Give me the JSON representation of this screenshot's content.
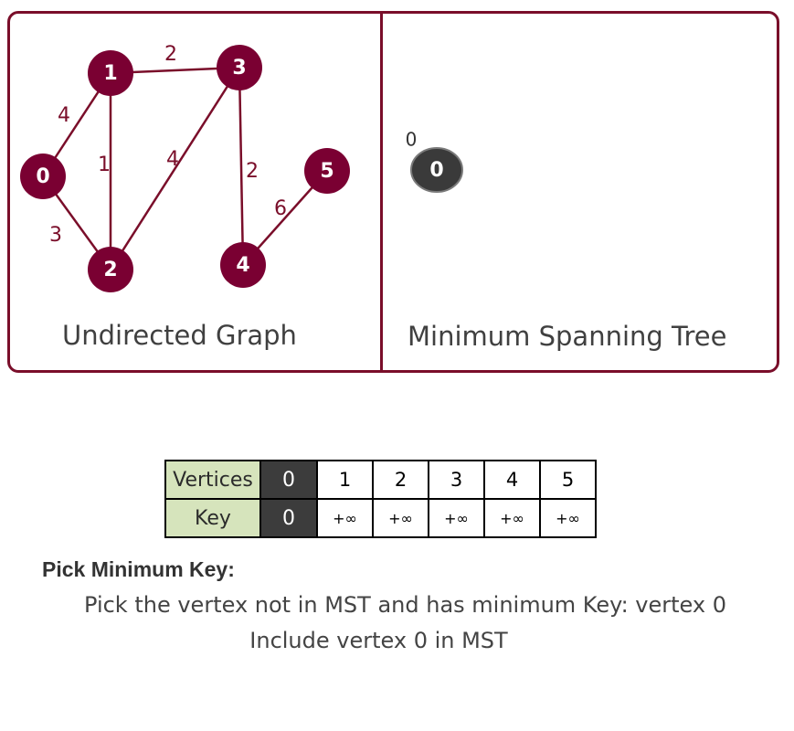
{
  "graph": {
    "caption": "Undirected Graph",
    "nodes": [
      {
        "id": "0",
        "label": "0"
      },
      {
        "id": "1",
        "label": "1"
      },
      {
        "id": "2",
        "label": "2"
      },
      {
        "id": "3",
        "label": "3"
      },
      {
        "id": "4",
        "label": "4"
      },
      {
        "id": "5",
        "label": "5"
      }
    ],
    "edges": [
      {
        "from": "0",
        "to": "1",
        "weight": "4"
      },
      {
        "from": "0",
        "to": "2",
        "weight": "3"
      },
      {
        "from": "1",
        "to": "2",
        "weight": "1"
      },
      {
        "from": "1",
        "to": "3",
        "weight": "2"
      },
      {
        "from": "2",
        "to": "3",
        "weight": "4"
      },
      {
        "from": "3",
        "to": "4",
        "weight": "2"
      },
      {
        "from": "4",
        "to": "5",
        "weight": "6"
      }
    ]
  },
  "mst": {
    "caption": "Minimum Spanning Tree",
    "nodes": [
      {
        "id": "0",
        "label": "0",
        "key": "0"
      }
    ]
  },
  "table": {
    "vertices_header": "Vertices",
    "key_header": "Key",
    "vertices": [
      "0",
      "1",
      "2",
      "3",
      "4",
      "5"
    ],
    "keys": [
      "0",
      "+∞",
      "+∞",
      "+∞",
      "+∞",
      "+∞"
    ],
    "picked_vertex": "0"
  },
  "step": {
    "heading": "Pick Minimum Key:",
    "line1": "Pick the vertex not in MST and has minimum Key: vertex 0",
    "line2": "Include vertex 0 in MST"
  },
  "colors": {
    "graph_node": "#7a0032",
    "graph_edge": "#7a0e2a",
    "mst_node": "#3a3a3a",
    "header_fill": "#d6e4bc",
    "picked_fill": "#3c3c3c"
  }
}
